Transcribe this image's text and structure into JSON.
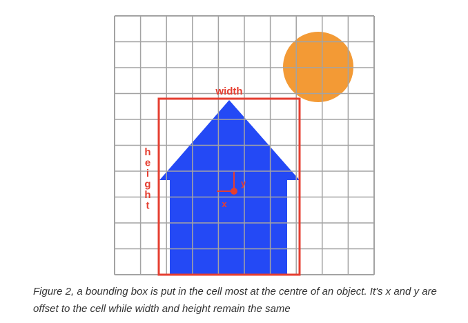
{
  "figure": {
    "labels": {
      "width": "width",
      "height": "height",
      "x": "x",
      "y": "y"
    },
    "grid": {
      "rows": 10,
      "cols": 10,
      "line_color": "#a3a3a3"
    },
    "colors": {
      "house": "#2449f5",
      "sun": "#f39a35",
      "bounding_box": "#e53e30"
    }
  },
  "caption": "Figure 2, a bounding box is put in the cell most at the centre of an object. It's x and y are offset to the cell while width and height remain the same"
}
